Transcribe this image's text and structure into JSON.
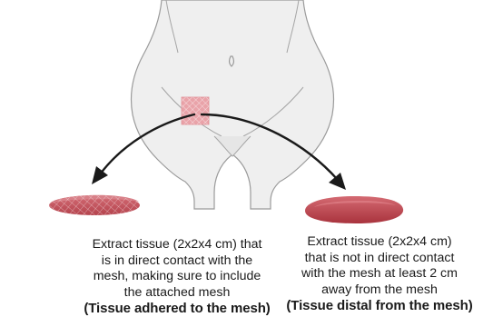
{
  "captions": {
    "left": {
      "lines": [
        "Extract tissue (2x2x4 cm) that",
        "is in direct contact with the",
        "mesh, making sure to include",
        "the attached mesh"
      ],
      "bold": "(Tissue adhered to the mesh)"
    },
    "right": {
      "lines": [
        "Extract tissue  (2x2x4 cm)",
        "that is not in direct contact",
        "with the mesh at least 2 cm",
        "away from the mesh"
      ],
      "bold": "(Tissue distal from the mesh)"
    }
  },
  "colors": {
    "body_fill": "#efefef",
    "body_stroke": "#9a9a9a",
    "mesh_patch": "#e9a3a9",
    "tissue_left": "#c4535d",
    "tissue_right": "#c2464f",
    "arrow": "#1a1a1a",
    "text": "#1a1a1a"
  }
}
